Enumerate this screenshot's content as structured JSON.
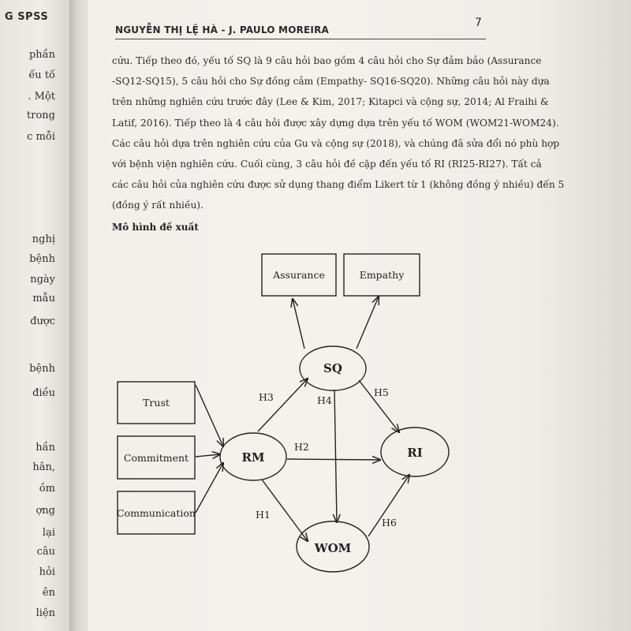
{
  "left_page": {
    "header_fragment": "G SPSS",
    "line_fragments": [
      "phần",
      "ếu tố",
      ". Một",
      "trong",
      "c mỗi",
      "nghị",
      "bệnh",
      "ngày",
      "mẫu",
      "được",
      "bệnh",
      "điều",
      "hần",
      "hân,",
      "ồm",
      "ợng",
      "lại",
      "câu",
      "hỏi",
      "ên",
      "liện"
    ]
  },
  "right_page": {
    "running_head": "NGUYỄN THỊ LỆ HÀ - J. PAULO MOREIRA",
    "page_number": "7",
    "body_lines": [
      "cứu. Tiếp theo đó, yếu tố SQ là 9 câu hỏi bao gồm 4 câu hỏi cho Sự đảm bảo (Assurance",
      "-SQ12-SQ15), 5 câu hỏi cho Sự đồng cảm (Empathy- SQ16-SQ20). Những câu hỏi này dựa",
      "trên những nghiên cứu trước đây (Lee & Kim, 2017; Kitapci và cộng sự, 2014; Al Fraihi &",
      "Latif, 2016). Tiếp theo là 4 câu hỏi được xây dựng dựa trên yếu tố WOM (WOM21-WOM24).",
      "Các câu hỏi dựa trên nghiên cứu của Gu và cộng sự (2018), và chúng đã sửa đổi nó phù hợp",
      "với bệnh viện nghiên cứu. Cuối cùng, 3 câu hỏi đề cập đến yếu tố RI (RI25-RI27). Tất cả",
      "các câu hỏi của nghiên cứu được sử dụng thang điểm Likert từ 1 (không đồng ý nhiều) đến 5",
      "(đồng ý rất nhiều)."
    ],
    "section_title": "Mô hình đề xuất",
    "diagram": {
      "boxes": {
        "assurance": "Assurance",
        "empathy": "Empathy",
        "trust": "Trust",
        "commitment": "Commitment",
        "communication": "Communication"
      },
      "nodes": {
        "sq": "SQ",
        "rm": "RM",
        "ri": "RI",
        "wom": "WOM"
      },
      "hypotheses": {
        "h1": "H1",
        "h2": "H2",
        "h3": "H3",
        "h4": "H4",
        "h5": "H5",
        "h6": "H6"
      }
    }
  }
}
